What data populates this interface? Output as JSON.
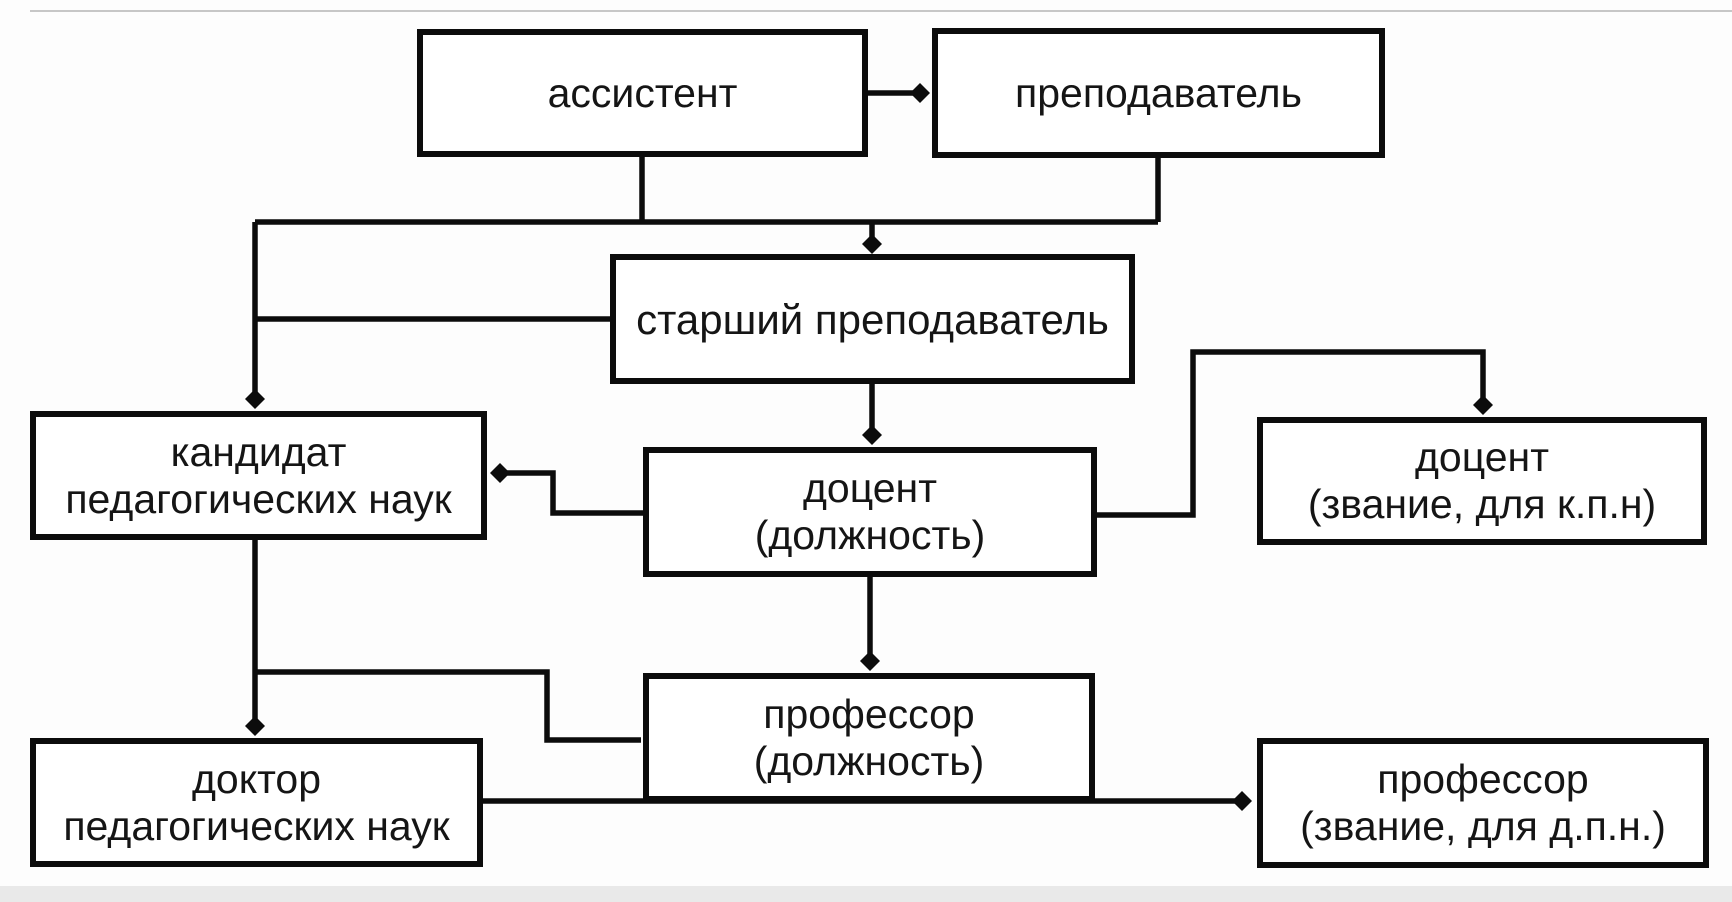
{
  "diagram": {
    "language": "ru",
    "description_of_depiction": "Academic career progression flowchart",
    "nodes": {
      "assistant": {
        "line1": "ассистент",
        "line2": ""
      },
      "lecturer": {
        "line1": "преподаватель",
        "line2": ""
      },
      "senior_lecturer": {
        "line1": "старший преподаватель",
        "line2": ""
      },
      "candidate": {
        "line1": "кандидат",
        "line2": "педагогических наук"
      },
      "docent_position": {
        "line1": "доцент",
        "line2": "(должность)"
      },
      "docent_title": {
        "line1": "доцент",
        "line2": "(звание, для к.п.н)"
      },
      "professor_position": {
        "line1": "профессор",
        "line2": "(должность)"
      },
      "doctor": {
        "line1": "доктор",
        "line2": "педагогических наук"
      },
      "professor_title": {
        "line1": "профессор",
        "line2": "(звание, для д.п.н.)"
      }
    },
    "edges": [
      {
        "from": "assistant",
        "to": "lecturer",
        "arrow": true
      },
      {
        "from": "assistant+lecturer",
        "to": "bus-rail",
        "arrow": false
      },
      {
        "from": "bus-rail",
        "to": "senior_lecturer",
        "arrow": true
      },
      {
        "from": "bus-rail",
        "to": "candidate",
        "arrow": true
      },
      {
        "from": "senior_lecturer",
        "to": "left-rail",
        "arrow": false
      },
      {
        "from": "senior_lecturer",
        "to": "docent_position",
        "arrow": true
      },
      {
        "from": "docent_position",
        "to": "candidate",
        "arrow": true
      },
      {
        "from": "docent_position",
        "to": "docent_title",
        "arrow": true
      },
      {
        "from": "docent_position",
        "to": "professor_position",
        "arrow": true
      },
      {
        "from": "candidate",
        "to": "doctor",
        "arrow": true
      },
      {
        "from": "left-rail",
        "to": "professor_position",
        "arrow": false
      },
      {
        "from": "doctor",
        "to": "professor_title",
        "arrow": true
      }
    ],
    "colors": {
      "line": "#0c0c0c",
      "box_border": "#0c0c0c",
      "box_fill": "#ffffff",
      "background": "#fdfdfd",
      "text": "#151515"
    }
  }
}
